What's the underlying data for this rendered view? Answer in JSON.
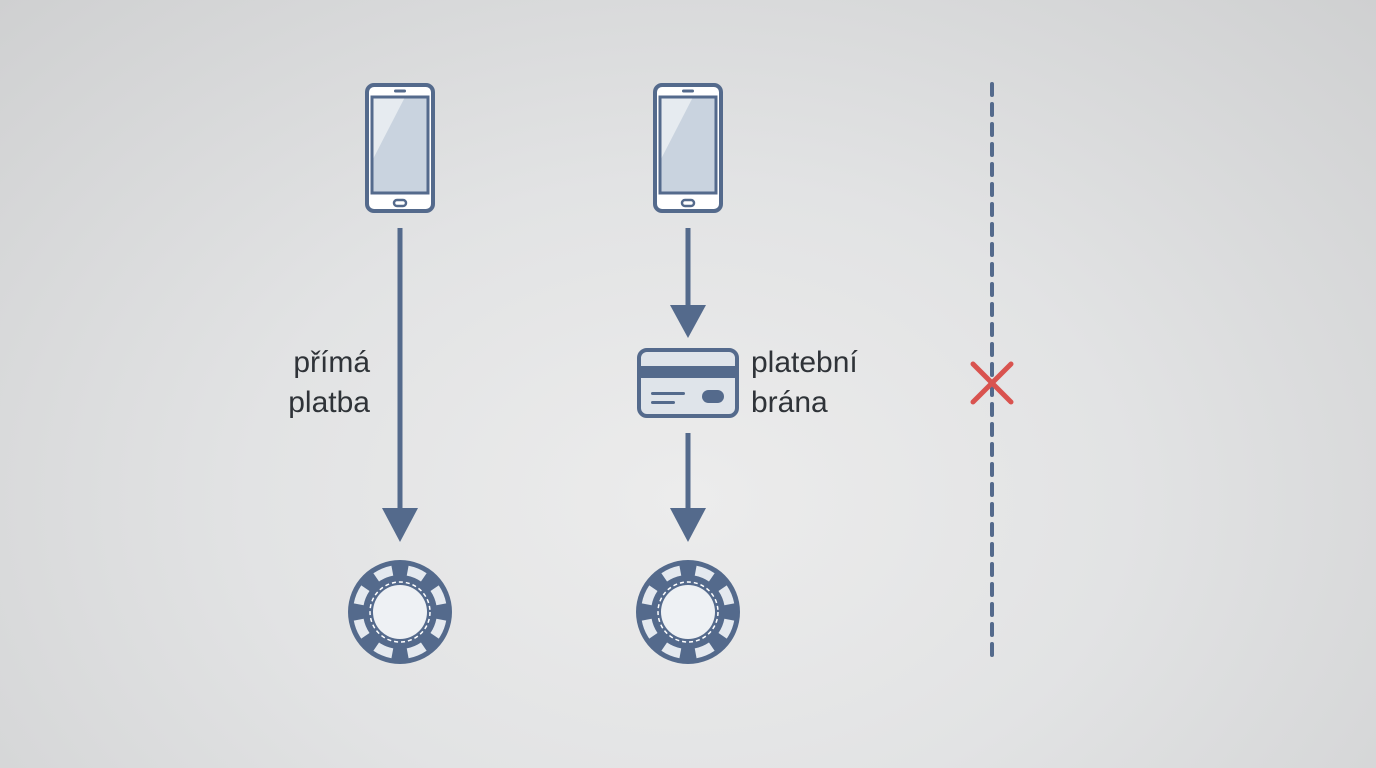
{
  "colors": {
    "stroke": "#546a8c",
    "screen": "#c9d3df",
    "screen_light": "#dfe5ec",
    "cross": "#d9534f",
    "text": "#2f3338"
  },
  "flows": [
    {
      "id": "direct",
      "label_line1": "přímá",
      "label_line2": "platba",
      "source_icon": "smartphone-icon",
      "target_icon": "casino-chip-icon"
    },
    {
      "id": "gateway",
      "label_line1": "platební",
      "label_line2": "brána",
      "source_icon": "smartphone-icon",
      "middle_icon": "credit-card-icon",
      "target_icon": "casino-chip-icon"
    }
  ],
  "separator": {
    "style": "dashed",
    "marker_icon": "red-cross-icon"
  }
}
